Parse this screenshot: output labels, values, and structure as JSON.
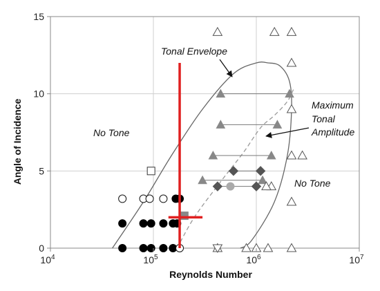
{
  "chart_data": {
    "type": "scatter",
    "title": "",
    "xlabel": "Reynolds Number",
    "ylabel": "Angle of Incidence",
    "x_scale": "log",
    "xlim": [
      10000,
      10000000
    ],
    "ylim": [
      0,
      15
    ],
    "x_ticks": [
      {
        "value": 10000,
        "base": "10",
        "exp": "4"
      },
      {
        "value": 100000,
        "base": "10",
        "exp": "5"
      },
      {
        "value": 1000000,
        "base": "10",
        "exp": "6"
      },
      {
        "value": 10000000,
        "base": "10",
        "exp": "7"
      }
    ],
    "y_ticks": [
      0,
      5,
      10,
      15
    ],
    "grid": true,
    "colors": {
      "axis": "#888888",
      "grid": "#cfcfcf",
      "highlight": "#e02020",
      "curve": "#666666",
      "marker_gray": "#888888",
      "marker_light": "#aaaaaa"
    },
    "series": [
      {
        "marker": "filled-circle",
        "points": [
          [
            50000,
            0
          ],
          [
            80000,
            0
          ],
          [
            95000,
            0
          ],
          [
            125000,
            0
          ],
          [
            155000,
            0
          ],
          [
            50000,
            1.6
          ],
          [
            80000,
            1.6
          ],
          [
            95000,
            1.6
          ],
          [
            125000,
            1.6
          ],
          [
            155000,
            1.6
          ],
          [
            170000,
            1.6
          ],
          [
            165000,
            3.2
          ],
          [
            180000,
            3.2
          ]
        ]
      },
      {
        "marker": "open-circle",
        "points": [
          [
            50000,
            3.2
          ],
          [
            80000,
            3.2
          ],
          [
            92000,
            3.2
          ],
          [
            125000,
            3.2
          ],
          [
            180000,
            0
          ]
        ]
      },
      {
        "marker": "open-square",
        "points": [
          [
            95000,
            5
          ]
        ]
      },
      {
        "marker": "gray-square",
        "points": [
          [
            200000,
            2.1
          ]
        ]
      },
      {
        "marker": "gray-triangle",
        "points": [
          [
            450000,
            10
          ],
          [
            450000,
            8
          ],
          [
            380000,
            6
          ],
          [
            300000,
            4.4
          ],
          [
            2100000,
            10
          ],
          [
            1600000,
            8
          ],
          [
            1400000,
            6
          ],
          [
            1150000,
            4.4
          ]
        ]
      },
      {
        "marker": "gray-diamond",
        "points": [
          [
            420000,
            4
          ],
          [
            600000,
            5
          ],
          [
            1000000,
            4
          ],
          [
            1100000,
            5
          ]
        ]
      },
      {
        "marker": "light-circle",
        "points": [
          [
            560000,
            4
          ]
        ]
      },
      {
        "marker": "open-triangle",
        "points": [
          [
            420000,
            14
          ],
          [
            1500000,
            14
          ],
          [
            2200000,
            14
          ],
          [
            2200000,
            12
          ],
          [
            2200000,
            9
          ],
          [
            2200000,
            6
          ],
          [
            2800000,
            6
          ],
          [
            2200000,
            3
          ],
          [
            2200000,
            0
          ],
          [
            1400000,
            4
          ],
          [
            1250000,
            4
          ],
          [
            420000,
            0
          ],
          [
            1000000,
            0
          ],
          [
            1300000,
            0
          ],
          [
            800000,
            0
          ]
        ]
      },
      {
        "marker": "open-triangle-down",
        "points": [
          [
            420000,
            0
          ]
        ]
      }
    ],
    "connectors": [
      {
        "from": [
          450000,
          10
        ],
        "to": [
          2100000,
          10
        ]
      },
      {
        "from": [
          450000,
          8
        ],
        "to": [
          1600000,
          8
        ]
      },
      {
        "from": [
          380000,
          6
        ],
        "to": [
          1400000,
          6
        ]
      },
      {
        "from": [
          300000,
          4.4
        ],
        "to": [
          1150000,
          4.4
        ]
      },
      {
        "from": [
          420000,
          4
        ],
        "to": [
          1000000,
          4
        ]
      },
      {
        "from": [
          600000,
          5
        ],
        "to": [
          1100000,
          5
        ]
      }
    ],
    "curves": {
      "tonal_envelope": [
        [
          40000,
          0
        ],
        [
          80000,
          3
        ],
        [
          150000,
          6
        ],
        [
          300000,
          9
        ],
        [
          600000,
          11.3
        ],
        [
          1000000,
          12
        ],
        [
          1300000,
          12
        ],
        [
          1700000,
          11.8
        ],
        [
          2100000,
          10.8
        ],
        [
          2200000,
          9
        ],
        [
          2000000,
          6
        ],
        [
          1500000,
          3
        ],
        [
          900000,
          0.5
        ],
        [
          700000,
          0
        ]
      ],
      "max_tonal_amplitude": [
        [
          170000,
          0
        ],
        [
          250000,
          2
        ],
        [
          450000,
          4.3
        ],
        [
          750000,
          6.2
        ],
        [
          1100000,
          7.8
        ],
        [
          1500000,
          8.6
        ],
        [
          2000000,
          9.5
        ],
        [
          2300000,
          10.3
        ]
      ],
      "red_vertical": {
        "x": 180000,
        "y": [
          0,
          12
        ]
      },
      "red_horizontal": {
        "y": 2,
        "x": [
          140000,
          300000
        ]
      }
    },
    "annotations": [
      {
        "id": "tonal-envelope",
        "text": "Tonal Envelope"
      },
      {
        "id": "max-tonal-1",
        "text": "Maximum"
      },
      {
        "id": "max-tonal-2",
        "text": "Tonal"
      },
      {
        "id": "max-tonal-3",
        "text": "Amplitude"
      },
      {
        "id": "no-tone-left",
        "text": "No Tone"
      },
      {
        "id": "no-tone-right",
        "text": "No Tone"
      }
    ]
  }
}
